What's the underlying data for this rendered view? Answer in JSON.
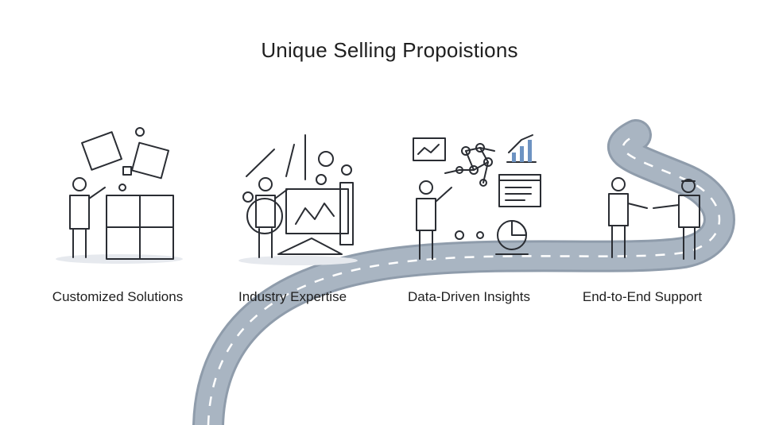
{
  "title": "Unique Selling Propoistions",
  "items": [
    {
      "label": "Customized Solutions",
      "icon": "puzzle-team-icon"
    },
    {
      "label": "Industry Expertise",
      "icon": "tools-blueprint-icon"
    },
    {
      "label": "Data-Driven Insights",
      "icon": "data-network-icon"
    },
    {
      "label": "End-to-End Support",
      "icon": "handshake-icon"
    }
  ],
  "colors": {
    "accent_orange": "#f0a83a",
    "accent_blue": "#6d93c2",
    "road": "#9aa6b4",
    "ink": "#2a2d33"
  }
}
